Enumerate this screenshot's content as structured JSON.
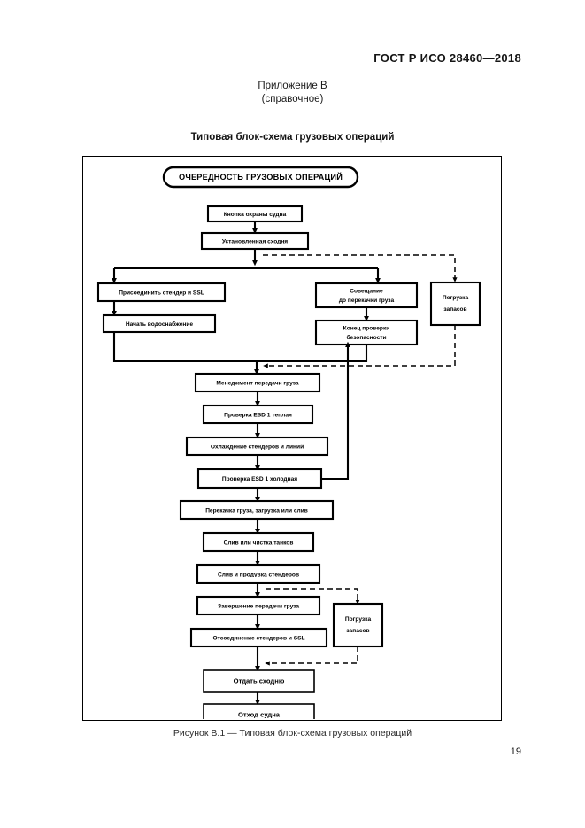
{
  "document": {
    "standard_header": "ГОСТ Р ИСО 28460—2018",
    "annex_label": "Приложение В",
    "annex_type": "(справочное)",
    "figure_title": "Типовая блок-схема грузовых операций",
    "figure_caption": "Рисунок В.1 — Типовая блок-схема грузовых операций",
    "page_number": "19"
  },
  "flowchart": {
    "banner": "ОЧЕРЕДНОСТЬ ГРУЗОВЫХ ОПЕРАЦИЙ",
    "nodes": [
      {
        "id": "n01",
        "label": "Кнопка охраны судна"
      },
      {
        "id": "n02",
        "label": "Установленная сходня"
      },
      {
        "id": "n03",
        "label": "Присоединить стендер и SSL"
      },
      {
        "id": "n04",
        "label": "Начать водоснабжение"
      },
      {
        "id": "n05",
        "line1": "Совещание",
        "line2": "до перекачки груза"
      },
      {
        "id": "n06",
        "line1": "Конец проверки",
        "line2": "безопасности"
      },
      {
        "id": "n07",
        "line1": "Погрузка",
        "line2": "запасов"
      },
      {
        "id": "n08",
        "label": "Менеджмент передачи груза"
      },
      {
        "id": "n09",
        "label": "Проверка ESD 1 теплая"
      },
      {
        "id": "n10",
        "label": "Охлаждение стендеров и линий"
      },
      {
        "id": "n11",
        "label": "Проверка ESD 1 холодная"
      },
      {
        "id": "n12",
        "label": "Перекачка груза, загрузка или слив"
      },
      {
        "id": "n13",
        "label": "Слив или чистка танков"
      },
      {
        "id": "n14",
        "label": "Слив и продувка стендеров"
      },
      {
        "id": "n15",
        "label": "Завершение передачи груза"
      },
      {
        "id": "n16",
        "line1": "Погрузка",
        "line2": "запасов"
      },
      {
        "id": "n17",
        "label": "Отсоединение стендеров и SSL"
      },
      {
        "id": "n18",
        "label": "Отдать сходню"
      },
      {
        "id": "n19",
        "label": "Отход судна"
      }
    ]
  }
}
